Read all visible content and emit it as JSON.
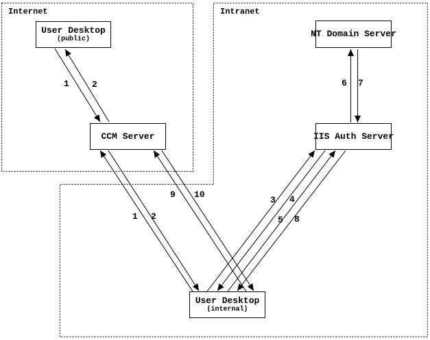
{
  "colors": {
    "background": "#ffffff",
    "foreground": "#000000"
  },
  "regions": {
    "internet": {
      "label": "Internet"
    },
    "intranet": {
      "label": "Intranet"
    }
  },
  "nodes": {
    "ud_public": {
      "title": "User Desktop",
      "subtitle": "(public)"
    },
    "ccm": {
      "title": "CCM Server"
    },
    "nt_domain": {
      "title": "NT Domain Server"
    },
    "iis_auth": {
      "title": "IIS Auth Server"
    },
    "ud_internal": {
      "title": "User Desktop",
      "subtitle": "(internal)"
    }
  },
  "edges": [
    {
      "label": "1",
      "from": "User Desktop (public)",
      "to": "CCM Server"
    },
    {
      "label": "2",
      "from": "CCM Server",
      "to": "User Desktop (public)"
    },
    {
      "label": "6",
      "from": "IIS Auth Server",
      "to": "NT Domain Server"
    },
    {
      "label": "7",
      "from": "NT Domain Server",
      "to": "IIS Auth Server"
    },
    {
      "label": "1",
      "from": "User Desktop (internal)",
      "to": "CCM Server"
    },
    {
      "label": "2",
      "from": "CCM Server",
      "to": "User Desktop (internal)"
    },
    {
      "label": "9",
      "from": "User Desktop (internal)",
      "to": "CCM Server"
    },
    {
      "label": "10",
      "from": "CCM Server",
      "to": "User Desktop (internal)"
    },
    {
      "label": "3",
      "from": "User Desktop (internal)",
      "to": "IIS Auth Server"
    },
    {
      "label": "4",
      "from": "IIS Auth Server",
      "to": "User Desktop (internal)"
    },
    {
      "label": "5",
      "from": "User Desktop (internal)",
      "to": "IIS Auth Server"
    },
    {
      "label": "8",
      "from": "IIS Auth Server",
      "to": "User Desktop (internal)"
    }
  ]
}
